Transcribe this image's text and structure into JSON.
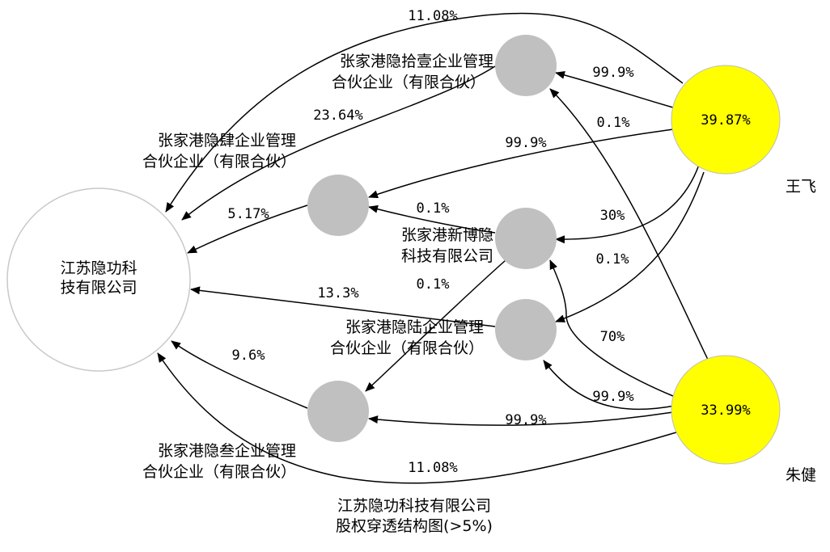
{
  "title": {
    "line1": "江苏隐功科技有限公司",
    "line2": "股权穿透结构图(>5%)"
  },
  "nodes": {
    "target": {
      "line1": "江苏隐功科",
      "line2": "技有限公司"
    },
    "p11": {
      "line1": "张家港隐拾壹企业管理",
      "line2": "合伙企业（有限合伙）"
    },
    "p4": {
      "line1": "张家港隐肆企业管理",
      "line2": "合伙企业（有限合伙）"
    },
    "xinbo": {
      "line1": "张家港新博隐",
      "line2": "科技有限公司"
    },
    "p6": {
      "line1": "张家港隐陆企业管理",
      "line2": "合伙企业（有限合伙）"
    },
    "p3": {
      "line1": "张家港隐叁企业管理",
      "line2": "合伙企业（有限合伙）"
    },
    "wangfei": {
      "name": "王飞",
      "pct": "39.87%",
      "color": "#ffff00"
    },
    "zhujian": {
      "name": "朱健",
      "pct": "33.99%",
      "color": "#ffff00"
    }
  },
  "edges": {
    "wf_target": "11.08%",
    "p11_target": "23.64%",
    "p4_target": "5.17%",
    "p6_target": "13.3%",
    "p3_target": "9.6%",
    "zj_target": "11.08%",
    "wf_p11": "99.9%",
    "zj_p11": "0.1%",
    "wf_p4": "99.9%",
    "xb_p4": "0.1%",
    "wf_xb": "30%",
    "wf_p6": "0.1%",
    "xb_p3": "0.1%",
    "zj_xb": "70%",
    "zj_p6": "99.9%",
    "zj_p3": "99.9%"
  },
  "colors": {
    "company": "#c0c0c0",
    "person": "#ffff00",
    "target_stroke": "#c8c8c8"
  }
}
